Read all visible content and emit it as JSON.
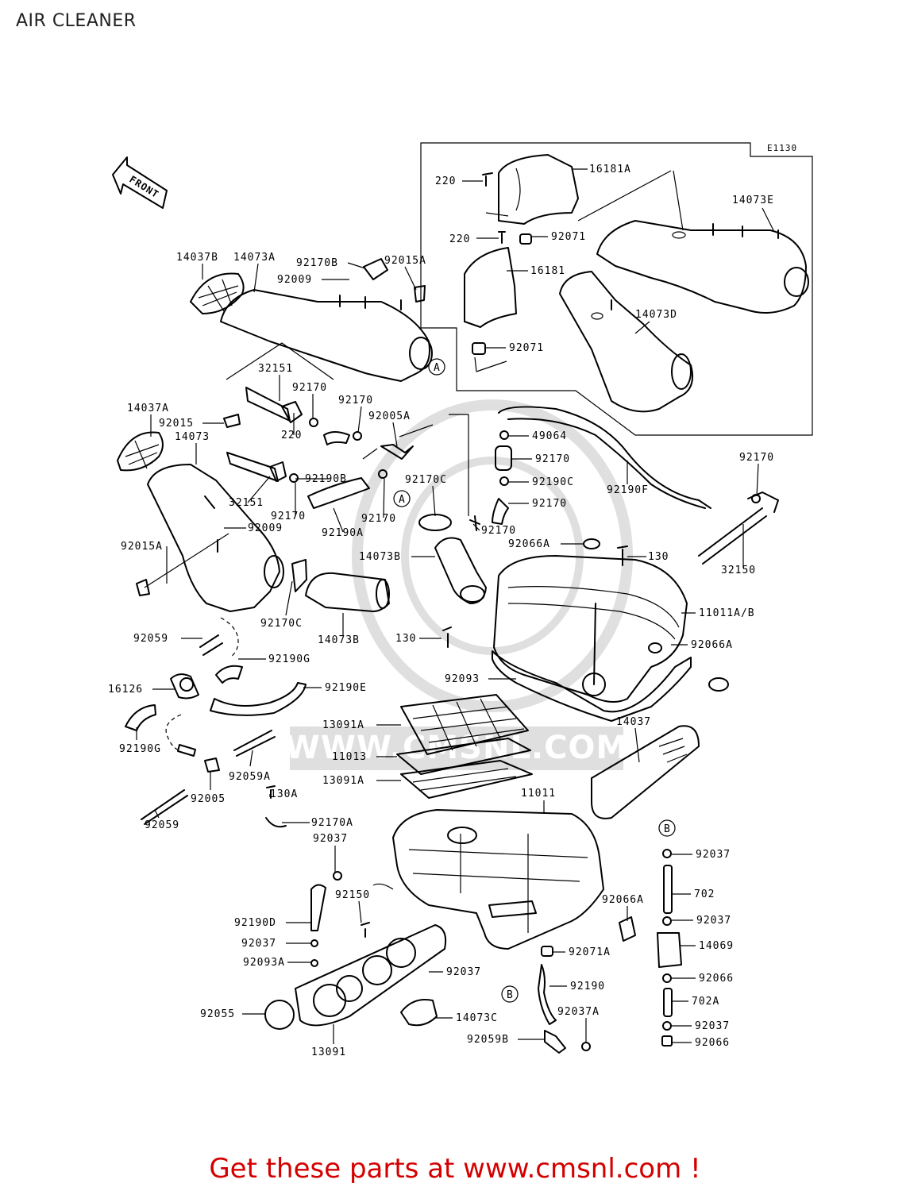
{
  "page": {
    "title": "AIR CLEANER",
    "footer_cta": "Get these parts at www.cmsnl.com !"
  },
  "diagram": {
    "figure_code": "E1130",
    "front_marker": "FRONT",
    "ref_markers": [
      "A",
      "A",
      "B",
      "B"
    ],
    "watermark_text": "WWW.CMSNL.COM",
    "labels": [
      "220",
      "16181A",
      "14073E",
      "220",
      "92071",
      "16181",
      "92071",
      "14073D",
      "14037B",
      "14073A",
      "92170B",
      "92015A",
      "92009",
      "32151",
      "92170",
      "92170",
      "220",
      "92005A",
      "14037A",
      "92015",
      "14073",
      "92190B",
      "32151",
      "92170",
      "92190A",
      "92170",
      "92170C",
      "92170",
      "49064",
      "92170",
      "92190C",
      "92170",
      "92190F",
      "92170",
      "32150",
      "92009",
      "92015A",
      "92066A",
      "130",
      "14073B",
      "11011A/B",
      "92170C",
      "14073B",
      "130",
      "92066A",
      "92059",
      "92190G",
      "16126",
      "92190E",
      "92093",
      "14037",
      "13091A",
      "11013",
      "13091A",
      "92190G",
      "92059A",
      "92005",
      "130A",
      "92059",
      "11011",
      "92170A",
      "92037",
      "92037",
      "92150",
      "702",
      "92066A",
      "92190D",
      "92037",
      "14069",
      "92071A",
      "92037",
      "92066",
      "92093A",
      "92037",
      "92190",
      "702A",
      "92055",
      "14073C",
      "92037A",
      "92037",
      "92059B",
      "92066",
      "13091"
    ]
  }
}
